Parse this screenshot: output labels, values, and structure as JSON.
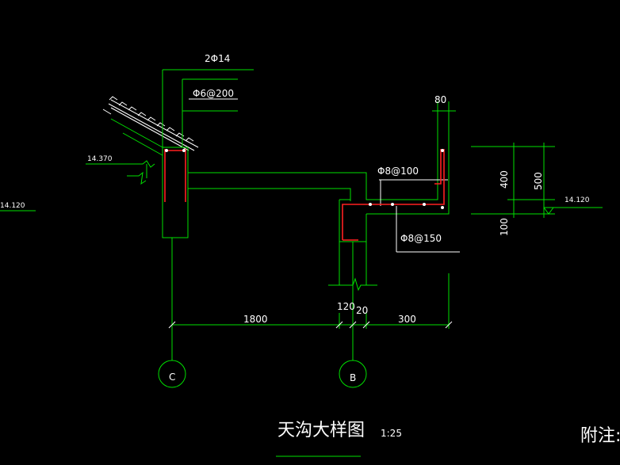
{
  "drawing": {
    "title": "天沟大样图",
    "scale": "1:25",
    "note": "附注:",
    "labels": {
      "main_bar": "2Φ14",
      "stirrup_col": "Φ6@200",
      "stirrup_gutter": "Φ8@100",
      "bar_slab": "Φ8@150",
      "wall_thick": "80",
      "dim_400": "400",
      "dim_500": "500",
      "dim_100": "100",
      "elev_left": "14.370",
      "elev_far_left": "14.120",
      "elev_right": "14.120",
      "dim_1800": "1800",
      "dim_120": "120",
      "dim_20": "20",
      "dim_300": "300",
      "axis_c": "C",
      "axis_b": "B"
    }
  }
}
